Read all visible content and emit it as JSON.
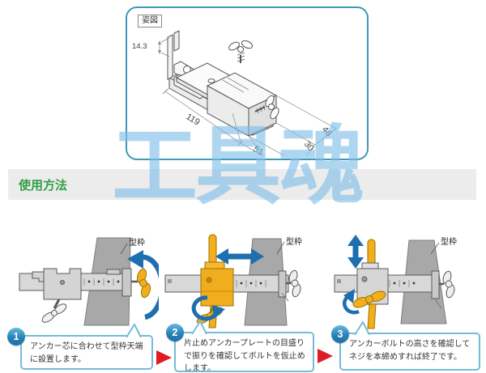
{
  "watermark": "工具魂",
  "diagram": {
    "label": "姿図",
    "dim_height": "14.3",
    "dim_length": "119",
    "dim_mid": "51",
    "dim_width": "46",
    "dim_depth": "30"
  },
  "usage": {
    "header": "使用方法"
  },
  "steps": [
    {
      "number": "1",
      "formwork": "型枠",
      "text": "アンカー芯に合わせて型枠天端に設置します。"
    },
    {
      "number": "2",
      "formwork": "型枠",
      "text": "片止めアンカープレートの目盛りで振りを確認してボルトを仮止めします。"
    },
    {
      "number": "3",
      "formwork": "型枠",
      "text": "アンカーボルトの高さを確認してネジを本締めすれば終了です。"
    }
  ],
  "colors": {
    "panel_border": "#3f98b8",
    "header_green": "#2f9e45",
    "header_bar_gray": "#ececec",
    "bubble_border": "#74bcd9",
    "step_circle_blue": "#1b6fa8",
    "arrow_blue": "#1d6fb0",
    "step_arrow_red": "#e01b24",
    "highlight_yellow": "#f2ae1c",
    "formwork_gray": "#a8a8a8",
    "watermark_blue": "#7ebde7"
  }
}
